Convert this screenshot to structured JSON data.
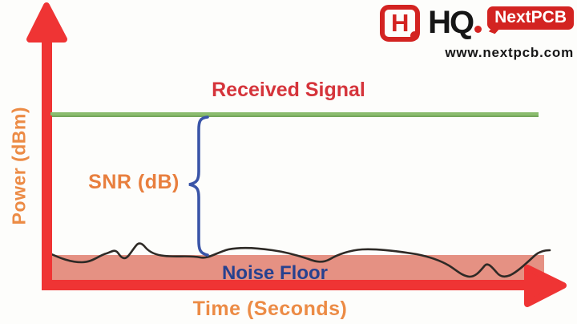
{
  "page": {
    "title": "SNR (Signal-to-Noise Ratio) diagram"
  },
  "logo": {
    "icon_letter": "H",
    "brand": "HQ",
    "badge": "NextPCB",
    "url": "www.nextpcb.com",
    "brand_red": "#d32321"
  },
  "diagram": {
    "received_signal_label": "Received Signal",
    "snr_label": "SNR (dB)",
    "noise_floor_label": "Noise Floor",
    "y_axis_label": "Power (dBm)",
    "x_axis_label": "Time (Seconds)"
  },
  "colors": {
    "axis_red": "#ef3434",
    "signal_green": "#8abc6e",
    "signal_green_dark": "#76a75c",
    "noise_fill_salmon": "#e59183",
    "noise_line_black": "#2e2a26",
    "brace_blue": "#3a55a8",
    "orange_labels": "#ec8b45",
    "received_signal_red": "#d5343b",
    "noise_floor_blue": "#26418f",
    "background": "#fdfdfb"
  }
}
